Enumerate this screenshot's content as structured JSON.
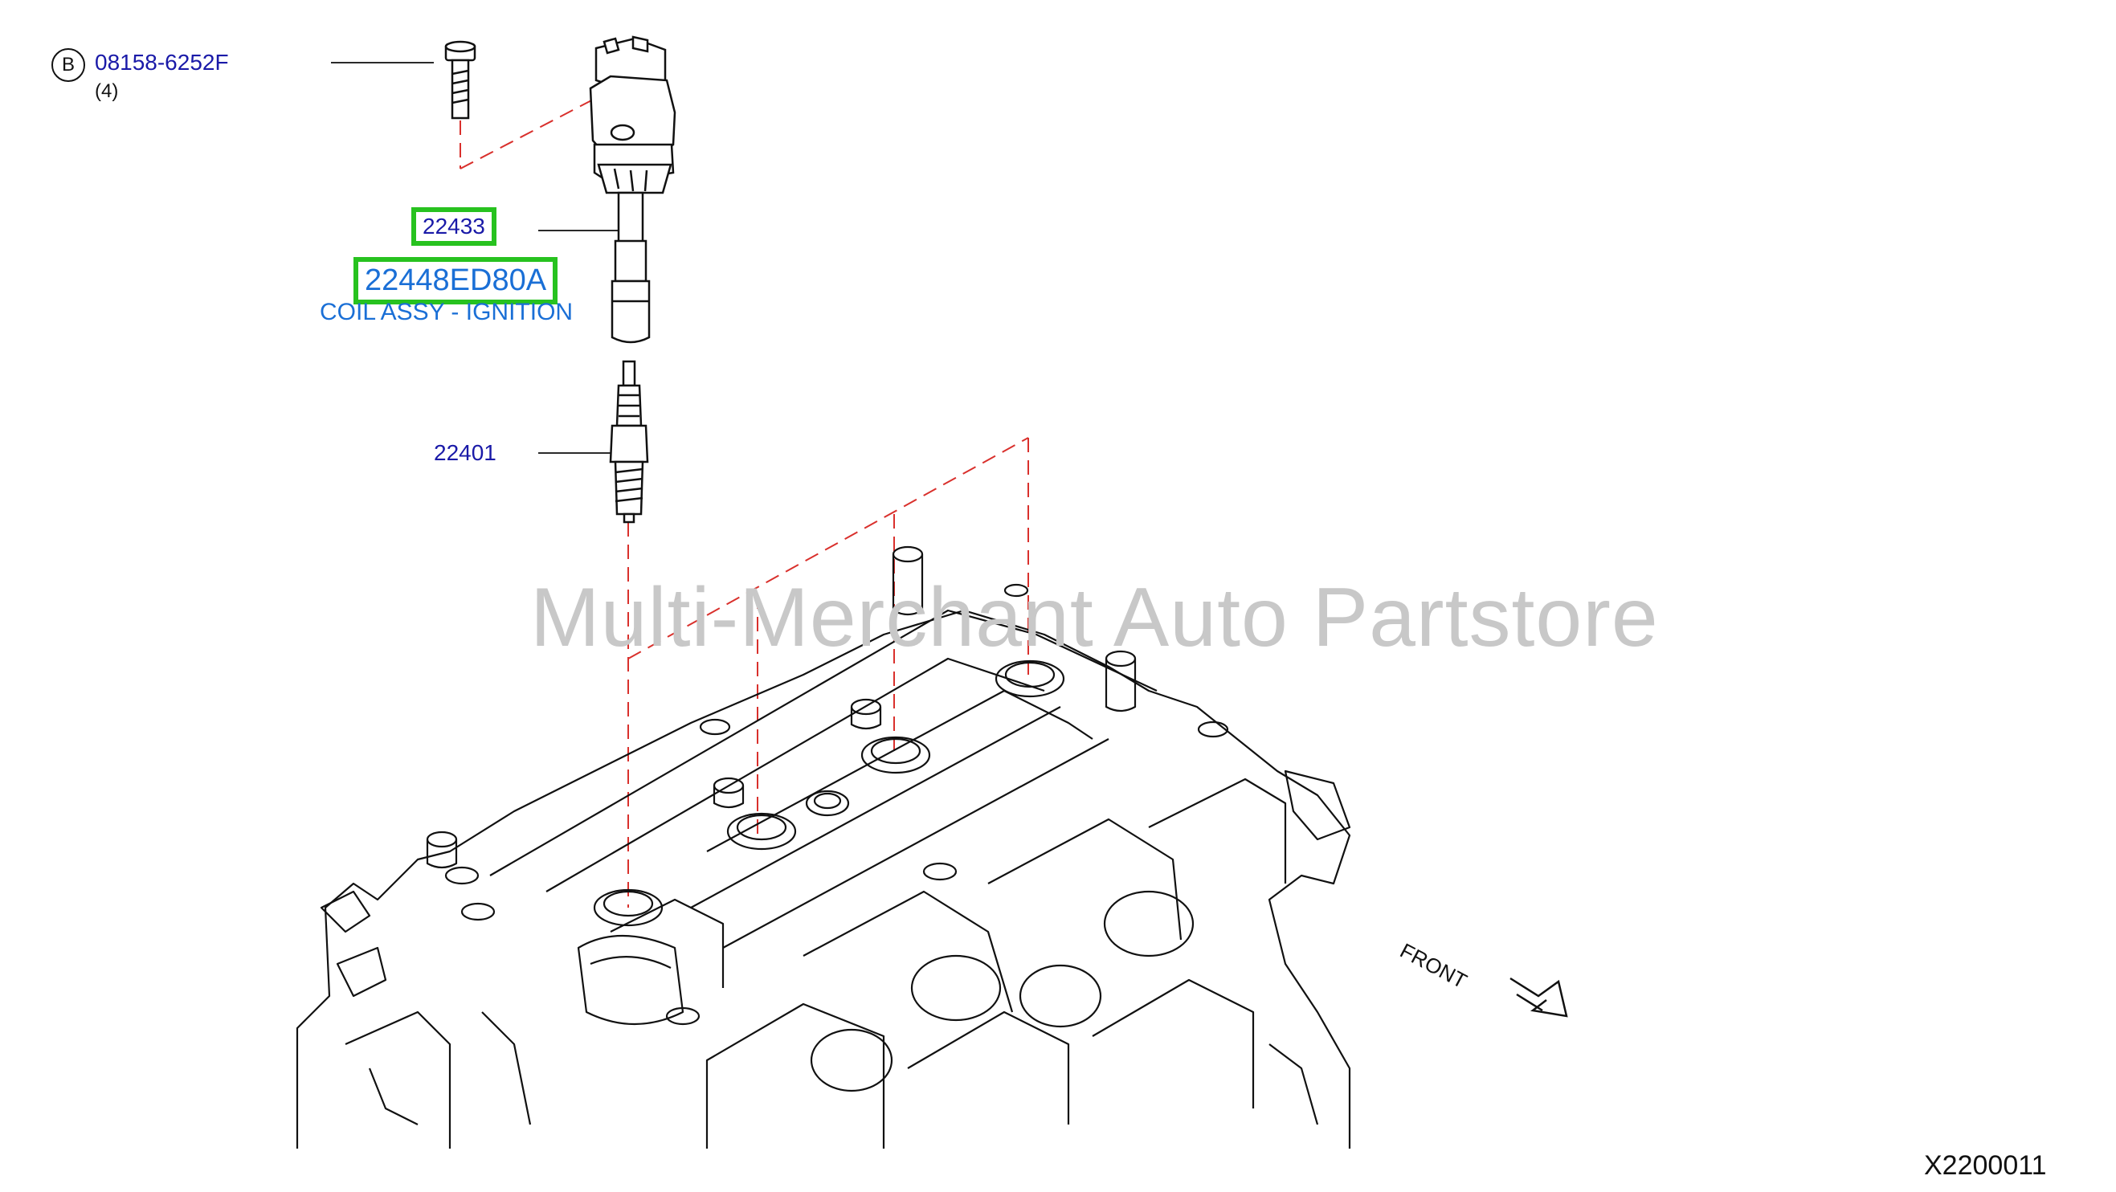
{
  "watermark": "Multi-Merchant Auto Partstore",
  "callouts": {
    "bolt_ref_letter": "B",
    "bolt_part": "08158-6252F",
    "bolt_qty": "(4)",
    "coil_part_short": "22433",
    "coil_part_full": "22448ED80A",
    "coil_name": "COIL ASSY - IGNITION",
    "plug_part": "22401"
  },
  "direction_label": "FRONT",
  "diagram_code": "X2200011",
  "colors": {
    "part_number_blue": "#1a1aa8",
    "coil_name_blue": "#1a6fd6",
    "highlight_green": "#27c21f",
    "leader_red": "#d9302c",
    "watermark_gray": "#c8c8c8"
  },
  "icons": [
    "bolt-icon",
    "ignition-coil-icon",
    "spark-plug-icon",
    "engine-head-illustration",
    "front-arrow-icon"
  ]
}
